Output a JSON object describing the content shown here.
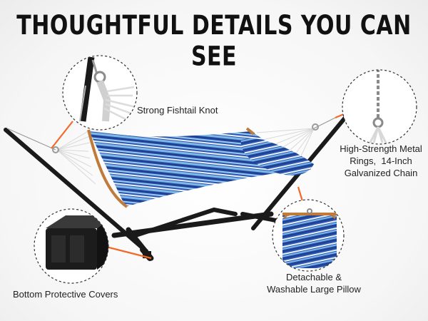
{
  "headline": "THOUGHTFUL DETAILS YOU CAN SEE",
  "callouts": {
    "knot": "Strong Fishtail Knot",
    "rings_line1": "High-Strength Metal",
    "rings_line2": "Rings,  14-Inch",
    "rings_line3": "Galvanized Chain",
    "covers": "Bottom Protective Covers",
    "pillow_line1": "Detachable &",
    "pillow_line2": "Washable Large Pillow"
  },
  "colors": {
    "accent": "#f26a2a",
    "stand": "#1a1a1a",
    "fabric_dark": "#1f3f8f",
    "fabric_light": "#7fb8e6",
    "fabric_white": "#e9f2fb",
    "wood": "#c07a3a"
  },
  "icons": [
    "chain-icon",
    "fishtail-knot-icon",
    "metal-ring-icon",
    "protective-cover-icon",
    "pillow-icon"
  ]
}
